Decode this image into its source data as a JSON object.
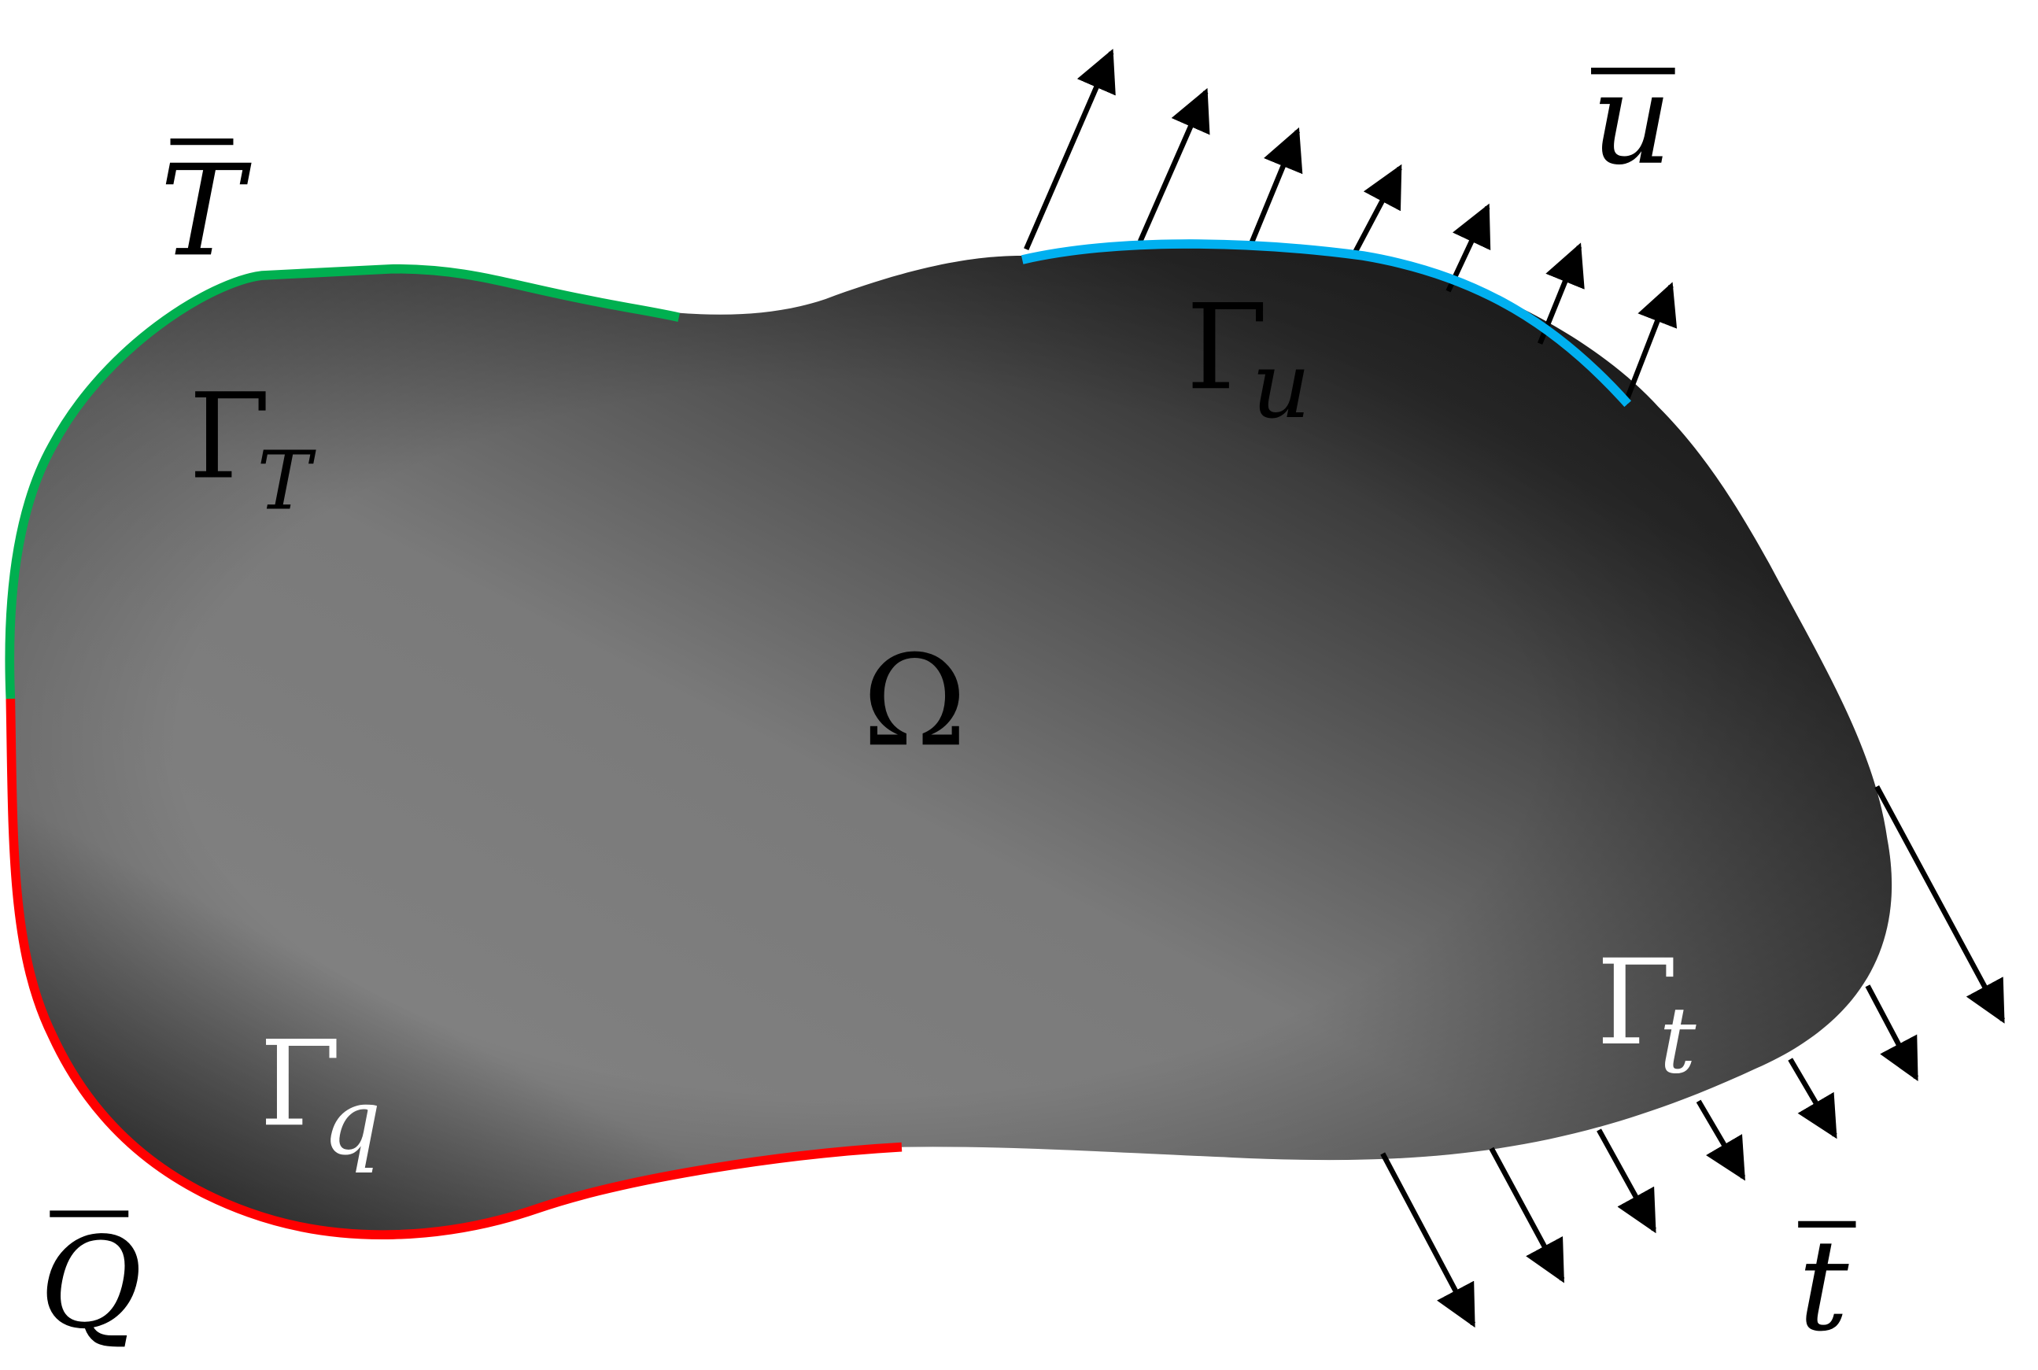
{
  "domain_label": "Ω",
  "boundaries": {
    "gamma_T": {
      "symbol": "Γ",
      "subscript": "T",
      "color": "#00b050",
      "prescribed_label": "T"
    },
    "gamma_u": {
      "symbol": "Γ",
      "subscript": "u",
      "color": "#00b0f0",
      "prescribed_label": "u"
    },
    "gamma_q": {
      "symbol": "Γ",
      "subscript": "q",
      "color": "#ff0000",
      "prescribed_label": "Q"
    },
    "gamma_t": {
      "symbol": "Γ",
      "subscript": "t",
      "prescribed_label": "t"
    }
  },
  "colors": {
    "body_dark": "#262626",
    "body_light": "#858585",
    "arrow": "#000000",
    "label_dark": "#000000",
    "label_light": "#ffffff"
  }
}
